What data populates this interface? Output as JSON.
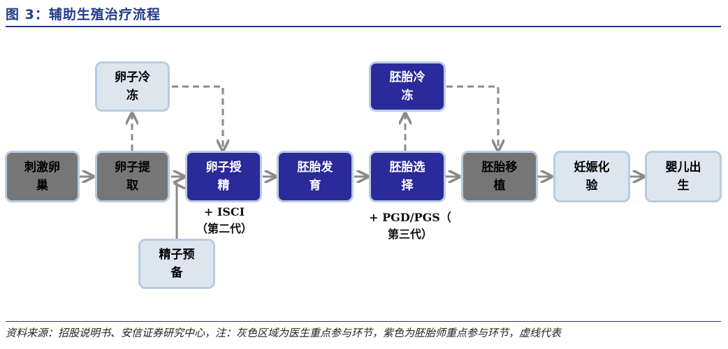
{
  "header": {
    "title": "图 3：辅助生殖治疗流程"
  },
  "nodes": {
    "ovarian_stimulation": "刺激卵巢",
    "egg_retrieval": "卵子提取",
    "egg_freezing": "卵子冷冻",
    "fertilization": "卵子授精",
    "sperm_prep": "精子预备",
    "embryo_development": "胚胎发育",
    "embryo_selection": "胚胎选择",
    "embryo_freezing": "胚胎冷冻",
    "embryo_transfer": "胚胎移植",
    "pregnancy_test": "妊娠化验",
    "birth": "婴儿出生"
  },
  "notes": {
    "isci_line1": "+ ISCI",
    "isci_line2": "（第二代）",
    "pgd_line1": "+ PGD/PGS（",
    "pgd_line2": "第三代）"
  },
  "footer": {
    "source": "资料来源：招股说明书、安信证券研究中心，注：灰色区域为医生重点参与环节，紫色为胚胎师重点参与环节，虚线代表"
  },
  "colors": {
    "gray_node": "#767676",
    "light_node": "#dde6ee",
    "purple_node": "#2a2a9a",
    "title_blue": "#1f3a8a"
  }
}
